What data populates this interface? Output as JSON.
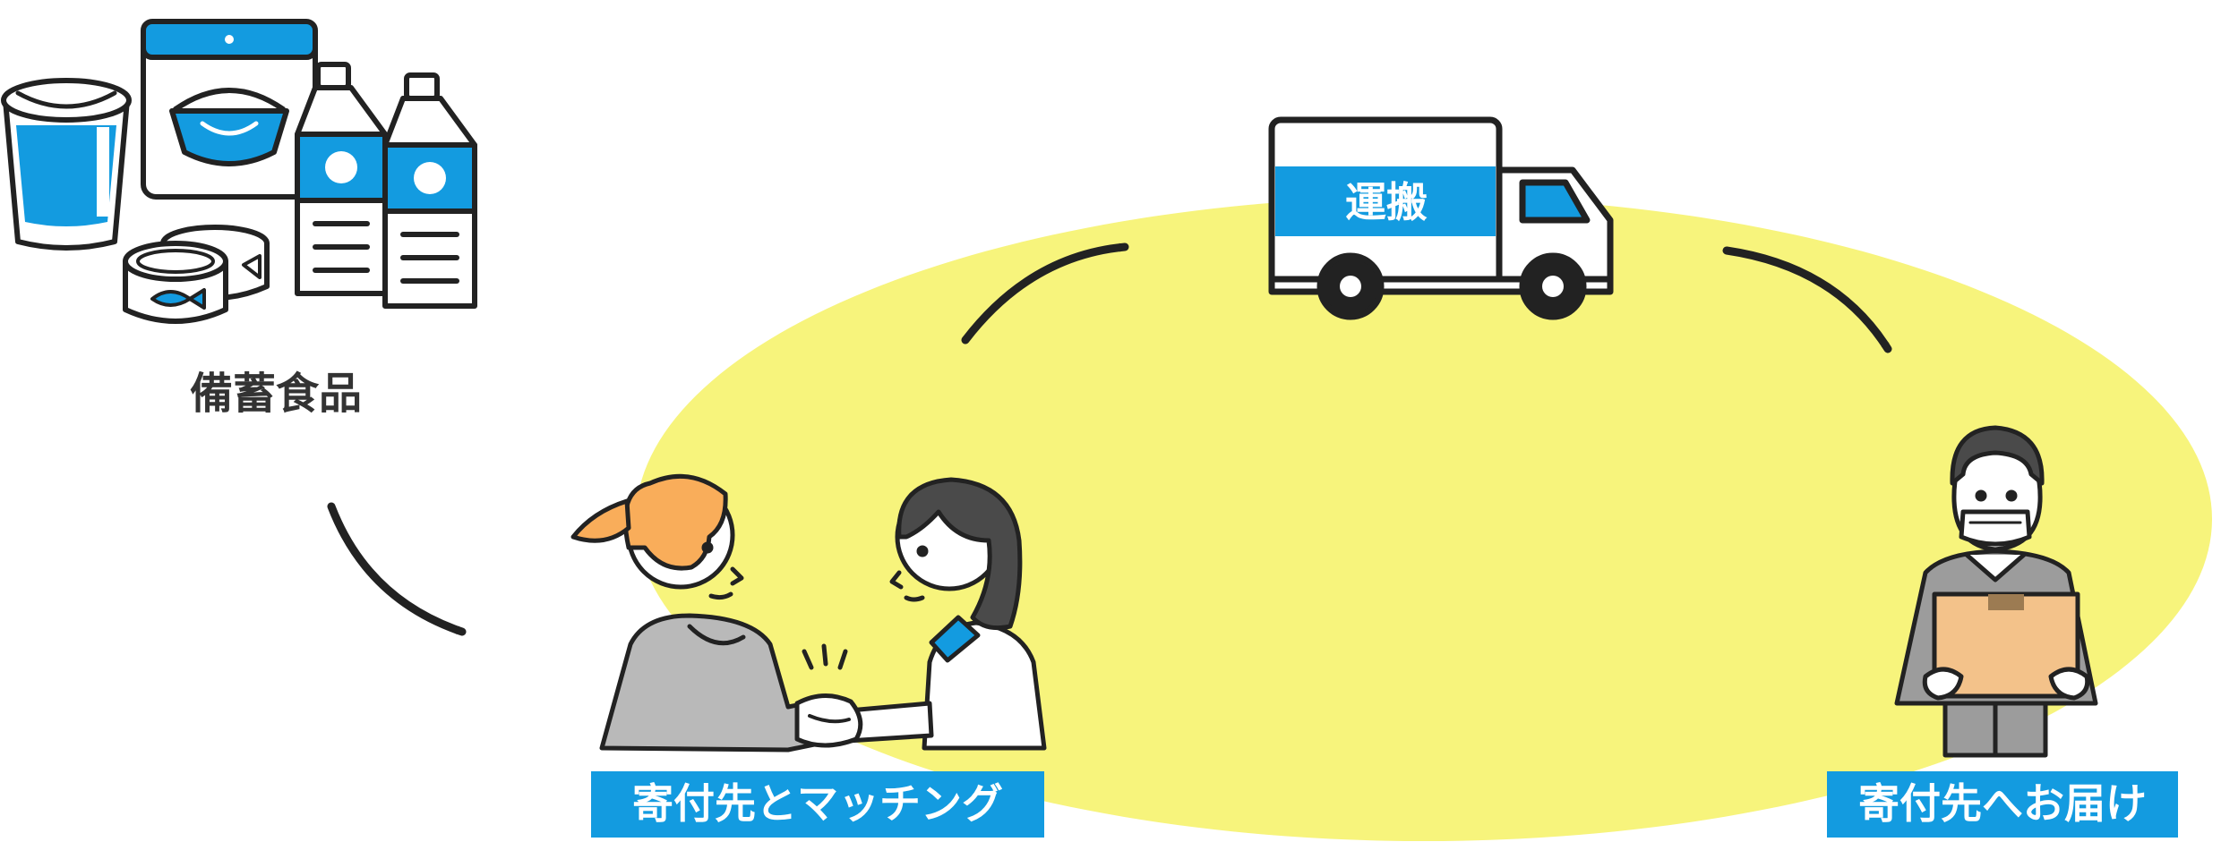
{
  "labels": {
    "stockpile": "備蓄食品",
    "transport": "運搬",
    "matching": "寄付先とマッチング",
    "delivery": "寄付先へお届け"
  },
  "colors": {
    "ellipse": "#f7f47c",
    "accent_blue": "#139be0",
    "outline": "#222222",
    "hair_orange": "#f9ad5a",
    "hair_dark": "#4a4a4a",
    "suit_gray": "#b9b9b9",
    "box_tan": "#f3c28a",
    "worker_gray": "#9c9c9c",
    "label_text": "#ffffff"
  },
  "icons": [
    "cup-noodle-icon",
    "rice-pouch-icon",
    "water-bottle-icon",
    "canned-fish-icon",
    "truck-icon",
    "handshake-icon",
    "delivery-person-icon",
    "arrow-icon"
  ]
}
